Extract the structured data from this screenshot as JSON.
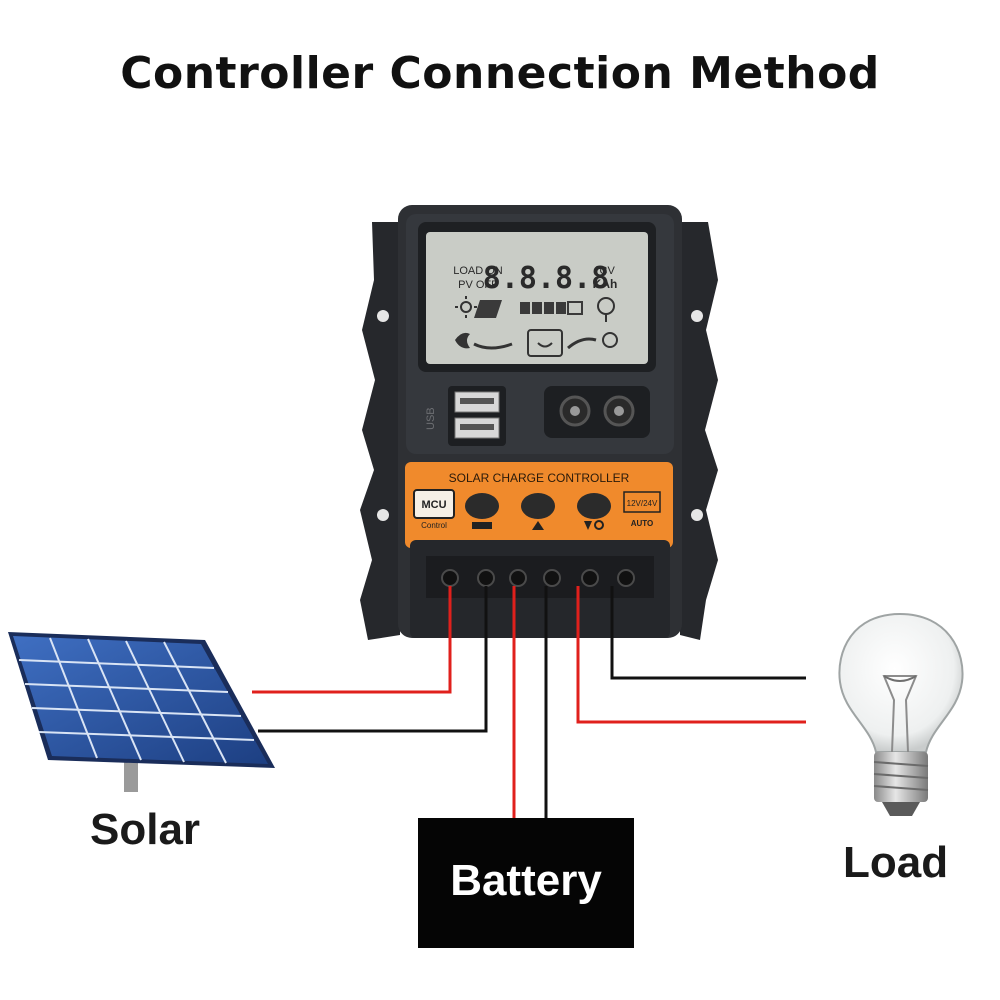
{
  "title": "Controller Connection Method",
  "labels": {
    "solar": "Solar",
    "battery": "Battery",
    "load": "Load"
  },
  "controller": {
    "panel_text": "SOLAR CHARGE CONTROLLER",
    "mcu_top": "MCU",
    "mcu_bottom": "Control",
    "voltage_badge": "12V/24V",
    "auto_text": "AUTO",
    "usb_text": "USB",
    "lcd": {
      "load_on": "LOAD ON",
      "pv_off": "PV OFF",
      "digits": "8.8.8.8",
      "unit_top": "°CV",
      "unit_bottom": "KAh"
    }
  },
  "colors": {
    "positive_wire": "#e0201c",
    "negative_wire": "#111111",
    "housing": "#2a2c30",
    "orange_panel": "#f08a2c",
    "lcd_screen": "#c9ccc6",
    "solar_cells": "#2c58a8"
  }
}
